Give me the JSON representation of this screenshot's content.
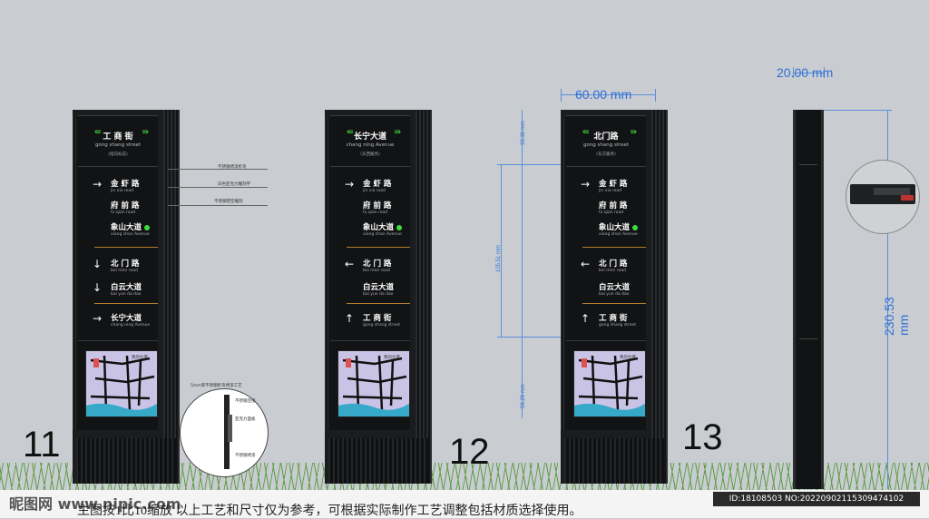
{
  "signs": [
    {
      "id": "11",
      "header": {
        "cn": "工 商 街",
        "py": "gong shang street",
        "tag": "(指向标志)"
      },
      "rows": [
        {
          "arrow": "→",
          "cn": "金 虾 路",
          "py": "jin xia road"
        },
        {
          "arrow": "",
          "cn": "府 前 路",
          "py": "fu qian road"
        },
        {
          "arrow": "",
          "cn": "象山大道",
          "py": "xiang shan Avenue",
          "dot": true
        },
        {
          "arrow": "↓",
          "cn": "北 门 路",
          "py": "bei men road"
        },
        {
          "arrow": "↓",
          "cn": "白云大道",
          "py": "bai yun da dao"
        },
        {
          "arrow": "→",
          "cn": "长宁大道",
          "py": "chang ning Avenue"
        }
      ],
      "map_label": "我的位置"
    },
    {
      "id": "12",
      "header": {
        "cn": "长宁大道",
        "py": "chang ning Avenue",
        "tag": "(东西服务)"
      },
      "rows": [
        {
          "arrow": "→",
          "cn": "金 虾 路",
          "py": "jin xia road"
        },
        {
          "arrow": "",
          "cn": "府 前 路",
          "py": "fu qian road"
        },
        {
          "arrow": "",
          "cn": "象山大道",
          "py": "xiang shan Avenue",
          "dot": true
        },
        {
          "arrow": "←",
          "cn": "北 门 路",
          "py": "bei men road"
        },
        {
          "arrow": "",
          "cn": "白云大道",
          "py": "bai yun da dao"
        },
        {
          "arrow": "↑",
          "cn": "工 商 街",
          "py": "gong shang street"
        }
      ],
      "map_label": "我的位置"
    },
    {
      "id": "13",
      "header": {
        "cn": "北门路",
        "py": "gong shang street",
        "tag": "(东方服务)"
      },
      "rows": [
        {
          "arrow": "→",
          "cn": "金 虾 路",
          "py": "jin xia road"
        },
        {
          "arrow": "",
          "cn": "府 前 路",
          "py": "fu qian road"
        },
        {
          "arrow": "",
          "cn": "象山大道",
          "py": "xiang shan Avenue",
          "dot": true
        },
        {
          "arrow": "←",
          "cn": "北 门 路",
          "py": "bei men road"
        },
        {
          "arrow": "",
          "cn": "白云大道",
          "py": "bai yun da dao"
        },
        {
          "arrow": "↑",
          "cn": "工 商 街",
          "py": "gong shang street"
        }
      ],
      "map_label": "我的位置"
    }
  ],
  "notes": {
    "n1": "不锈钢烤漆折弯",
    "n2": "白色亚克力雕刻字",
    "n3": "不锈钢镂空雕刻",
    "n4": "5mm厚不锈钢折弯烤漆工艺",
    "n5": "不锈钢连接",
    "n6": "亚克力面板",
    "n7": "不锈钢烤漆"
  },
  "dims": {
    "width": "60.00 mm",
    "depth": "20.00 mm",
    "height": "230.53 mm",
    "d1": "33.36 mm",
    "d2": "105.51 mm",
    "d3": "59.28 mm"
  },
  "labels": {
    "n11": "11",
    "n12": "12",
    "n13": "13"
  },
  "caption": "主图按1比10缩放  以上工艺和尺寸仅为参考，可根据实际制作工艺调整包括材质选择使用。",
  "watermark": "昵图网 www.nipic.com",
  "id_text": "ID:18108503 NO:20220902115309474102"
}
